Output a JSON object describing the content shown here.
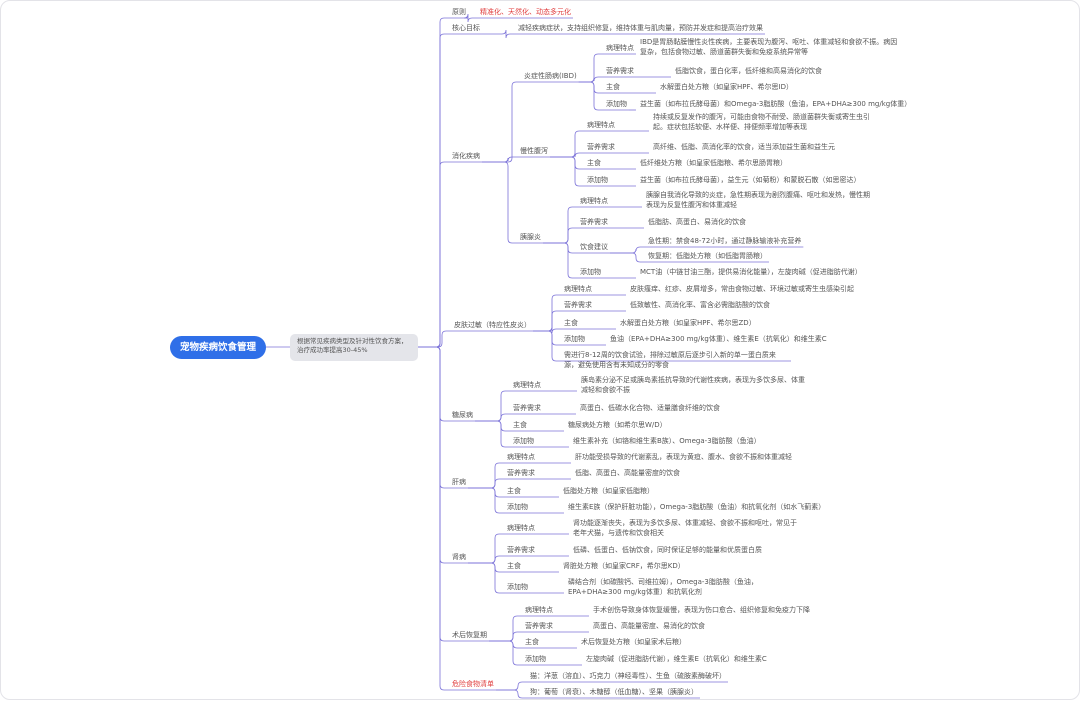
{
  "root": {
    "title": "宠物疾病饮食管理"
  },
  "summary": "根据常见疾病类型及针对性饮食方案，治疗成功率提高30-45%",
  "branches": [
    {
      "id": "b1",
      "label": "原则",
      "children": [
        {
          "id": "b1c1",
          "label": "精准化、天然化、动态多元化",
          "emphasis": true
        }
      ]
    },
    {
      "id": "b2",
      "label": "核心目标",
      "children": [
        {
          "id": "b2c1",
          "label": "减轻疾病症状，支持组织修复，维持体重与肌肉量，预防并发症和提高治疗效果"
        }
      ]
    },
    {
      "id": "b3",
      "label": "消化疾病",
      "children": [
        {
          "id": "g1",
          "label": "炎症性肠病(IBD)",
          "children": [
            {
              "id": "g1a",
              "label": "病理特点",
              "detail": "IBD是胃肠黏膜慢性炎性疾病，主要表现为腹泻、呕吐、体重减轻和食欲不振。病因复杂，包括食物过敏、肠道菌群失衡和免疫系统异常等"
            },
            {
              "id": "g1b",
              "label": "营养需求",
              "detail": "低脂饮食，蛋白化率，低纤维和高易消化的饮食"
            },
            {
              "id": "g1c",
              "label": "主食",
              "detail": "水解蛋白处方粮（如皇家HPF、希尔思ID）"
            },
            {
              "id": "g1d",
              "label": "添加物",
              "detail": "益生菌（如布拉氏酵母菌）和Omega-3脂肪酸（鱼油，EPA+DHA≥300 mg/kg体重）"
            }
          ]
        },
        {
          "id": "g2",
          "label": "慢性腹泻",
          "children": [
            {
              "id": "g2a",
              "label": "病理特点",
              "detail": "持续或反复发作的腹泻，可能由食物不耐受、肠道菌群失衡或寄生虫引起。症状包括软便、水样便、排便频率增加等表现"
            },
            {
              "id": "g2b",
              "label": "营养需求",
              "detail": "高纤维、低脂、高消化率的饮食，适当添加益生菌和益生元"
            },
            {
              "id": "g2c",
              "label": "主食",
              "detail": "低纤维处方粮（如皇家低脂粮、希尔思肠胃粮）"
            },
            {
              "id": "g2d",
              "label": "添加物",
              "detail": "益生菌（如布拉氏酵母菌），益生元（如菊粉）和蒙脱石散（如思密达）"
            }
          ]
        },
        {
          "id": "g3",
          "label": "胰腺炎",
          "children": [
            {
              "id": "g3a",
              "label": "病理特点",
              "detail": "胰腺自我消化导致的炎症，急性期表现为剧烈腹痛、呕吐和发热，慢性期表现为反复性腹泻和体重减轻"
            },
            {
              "id": "g3b",
              "label": "营养需求",
              "detail": "低脂肪、高蛋白、易消化的饮食"
            },
            {
              "id": "g3c",
              "label": "饮食建议",
              "children": [
                {
                  "id": "g3c1",
                  "label": "急性期：禁食48-72小时，通过静脉输液补充营养"
                },
                {
                  "id": "g3c2",
                  "label": "恢复期：低脂处方粮（如低脂胃肠粮）"
                }
              ]
            },
            {
              "id": "g3d",
              "label": "添加物",
              "detail": "MCT油（中链甘油三酯，提供易消化能量），左旋肉碱（促进脂肪代谢）"
            }
          ]
        }
      ]
    },
    {
      "id": "b4",
      "label": "皮肤过敏（特应性皮炎）",
      "children": [
        {
          "id": "b4a",
          "label": "病理特点",
          "detail": "皮肤瘙痒、红疹、皮屑增多，常由食物过敏、环境过敏或寄生虫感染引起"
        },
        {
          "id": "b4b",
          "label": "营养需求",
          "detail": "低致敏性、高消化率、富含必需脂肪酸的饮食"
        },
        {
          "id": "b4c",
          "label": "主食",
          "detail": "水解蛋白处方粮（如皇家HPF、希尔思ZD）"
        },
        {
          "id": "b4d",
          "label": "添加物",
          "detail": "鱼油（EPA+DHA≥300 mg/kg体重）、维生素E（抗氧化）和维生素C"
        },
        {
          "id": "b4e",
          "label": "需进行8-12周的饮食试验，排除过敏原后逐步引入新的单一蛋白质来源，避免使用含有未知成分的零食"
        }
      ]
    },
    {
      "id": "b5",
      "label": "糖尿病",
      "children": [
        {
          "id": "b5a",
          "label": "病理特点",
          "detail": "胰岛素分泌不足或胰岛素抵抗导致的代谢性疾病，表现为多饮多尿、体重减轻和食欲不振"
        },
        {
          "id": "b5b",
          "label": "营养需求",
          "detail": "高蛋白、低碳水化合物、适量膳食纤维的饮食"
        },
        {
          "id": "b5c",
          "label": "主食",
          "detail": "糖尿病处方粮（如希尔思W/D）"
        },
        {
          "id": "b5d",
          "label": "添加物",
          "detail": "维生素补充（如铬和维生素B族）、Omega-3脂肪酸（鱼油）"
        }
      ]
    },
    {
      "id": "b6",
      "label": "肝病",
      "children": [
        {
          "id": "b6a",
          "label": "病理特点",
          "detail": "肝功能受损导致的代谢紊乱，表现为黄疸、腹水、食欲不振和体重减轻"
        },
        {
          "id": "b6b",
          "label": "营养需求",
          "detail": "低脂、高蛋白、高能量密度的饮食"
        },
        {
          "id": "b6c",
          "label": "主食",
          "detail": "低脂处方粮（如皇家低脂粮）"
        },
        {
          "id": "b6d",
          "label": "添加物",
          "detail": "维生素E族（保护肝脏功能），Omega-3脂肪酸（鱼油）和抗氧化剂（如水飞蓟素）"
        }
      ]
    },
    {
      "id": "b7",
      "label": "肾病",
      "children": [
        {
          "id": "b7a",
          "label": "病理特点",
          "detail": "肾功能逐渐丧失，表现为多饮多尿、体重减轻、食欲不振和呕吐，常见于老年犬猫，与遗传和饮食相关"
        },
        {
          "id": "b7b",
          "label": "营养需求",
          "detail": "低磷、低蛋白、低钠饮食，同时保证足够的能量和优质蛋白质"
        },
        {
          "id": "b7c",
          "label": "主食",
          "detail": "肾脏处方粮（如皇家CRF，希尔思KD）"
        },
        {
          "id": "b7d",
          "label": "添加物",
          "detail": "磷结合剂（如碳酸钙、司维拉姆），Omega-3脂肪酸（鱼油，EPA+DHA≥300 mg/kg体重）和抗氧化剂"
        }
      ]
    },
    {
      "id": "b8",
      "label": "术后恢复期",
      "children": [
        {
          "id": "b8a",
          "label": "病理特点",
          "detail": "手术创伤导致身体恢复缓慢，表现为伤口愈合、组织修复和免疫力下降"
        },
        {
          "id": "b8b",
          "label": "营养需求",
          "detail": "高蛋白、高能量密度、易消化的饮食"
        },
        {
          "id": "b8c",
          "label": "主食",
          "detail": "术后恢复处方粮（如皇家术后粮）"
        },
        {
          "id": "b8d",
          "label": "添加物",
          "detail": "左旋肉碱（促进脂肪代谢），维生素E（抗氧化）和维生素C"
        }
      ]
    },
    {
      "id": "b9",
      "label": "危险食物清单",
      "emphasis": true,
      "children": [
        {
          "id": "b9a",
          "label": "猫：洋葱（溶血）、巧克力（神经毒性）、生鱼（硫胺素酶破坏）"
        },
        {
          "id": "b9b",
          "label": "狗：葡萄（肾衰）、木糖醇（低血糖）、坚果（胰腺炎）"
        }
      ]
    }
  ],
  "colors": {
    "root_fill": "#2f6fe8",
    "line": "#7b72d8",
    "emphasis": "#e03d3d",
    "note_fill": "#e4e5ea"
  }
}
